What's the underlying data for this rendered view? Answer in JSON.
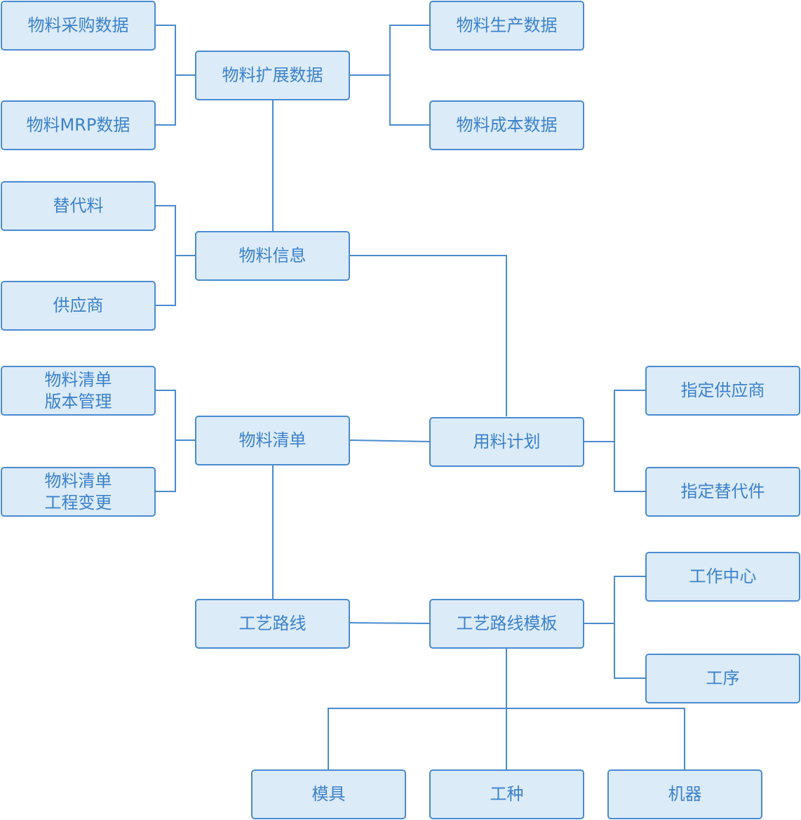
{
  "colors": {
    "node_fill": "#dcebf8",
    "node_border": "#4a8bd0",
    "node_text": "#3b82c9",
    "connector": "#4a8bd0"
  },
  "nodes": {
    "purchase_data": "物料采购数据",
    "mrp_data": "物料MRP数据",
    "extended_data": "物料扩展数据",
    "production_data": "物料生产数据",
    "cost_data": "物料成本数据",
    "substitute": "替代料",
    "supplier": "供应商",
    "material_info": "物料信息",
    "bom_version_line1": "物料清单",
    "bom_version_line2": "版本管理",
    "bom_change_line1": "物料清单",
    "bom_change_line2": "工程变更",
    "bom": "物料清单",
    "material_plan": "用料计划",
    "assigned_supplier": "指定供应商",
    "assigned_substitute": "指定替代件",
    "routing": "工艺路线",
    "routing_template": "工艺路线模板",
    "work_center": "工作中心",
    "operation": "工序",
    "mold": "模具",
    "work_type": "工种",
    "machine": "机器"
  }
}
